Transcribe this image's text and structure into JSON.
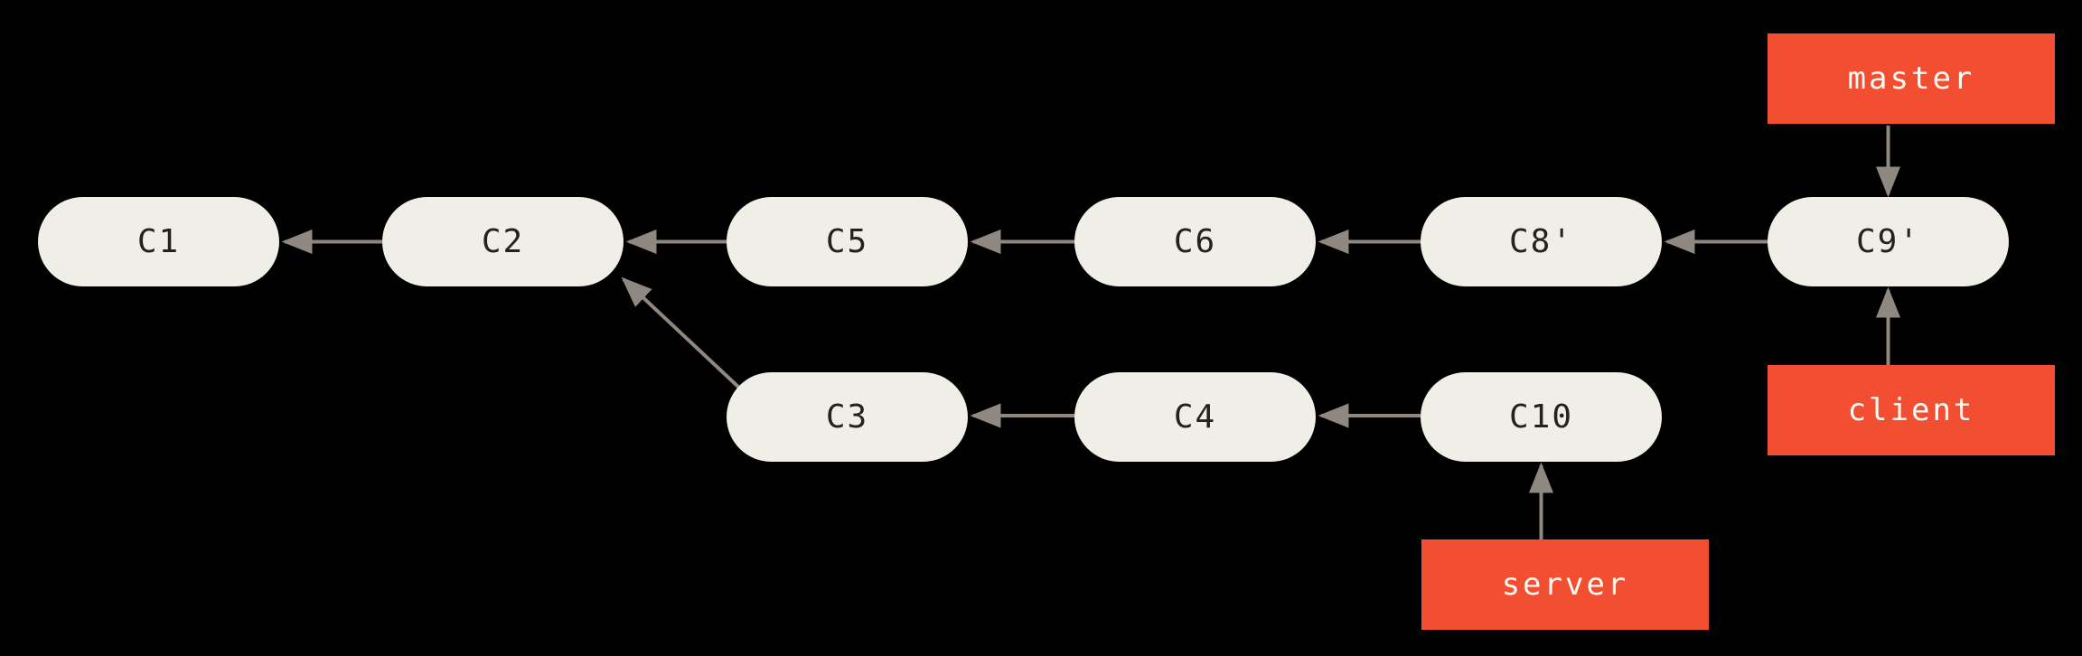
{
  "colors": {
    "background": "#000000",
    "commit_fill": "#f0efe7",
    "commit_text": "#242220",
    "branch_fill": "#f14e32",
    "branch_text": "#fbfaf4",
    "arrow": "#8e8880"
  },
  "commits": [
    {
      "id": "C1",
      "label": "C1"
    },
    {
      "id": "C2",
      "label": "C2"
    },
    {
      "id": "C5",
      "label": "C5"
    },
    {
      "id": "C6",
      "label": "C6"
    },
    {
      "id": "C8'",
      "label": "C8'"
    },
    {
      "id": "C9'",
      "label": "C9'"
    },
    {
      "id": "C3",
      "label": "C3"
    },
    {
      "id": "C4",
      "label": "C4"
    },
    {
      "id": "C10",
      "label": "C10"
    }
  ],
  "branches": [
    {
      "id": "master",
      "label": "master",
      "points_to": "C9'"
    },
    {
      "id": "client",
      "label": "client",
      "points_to": "C9'"
    },
    {
      "id": "server",
      "label": "server",
      "points_to": "C10"
    }
  ],
  "edges": [
    {
      "from": "C2",
      "to": "C1"
    },
    {
      "from": "C5",
      "to": "C2"
    },
    {
      "from": "C6",
      "to": "C5"
    },
    {
      "from": "C8'",
      "to": "C6"
    },
    {
      "from": "C9'",
      "to": "C8'"
    },
    {
      "from": "C3",
      "to": "C2"
    },
    {
      "from": "C4",
      "to": "C3"
    },
    {
      "from": "C10",
      "to": "C4"
    },
    {
      "from": "master",
      "to": "C9'"
    },
    {
      "from": "client",
      "to": "C9'"
    },
    {
      "from": "server",
      "to": "C10"
    }
  ]
}
